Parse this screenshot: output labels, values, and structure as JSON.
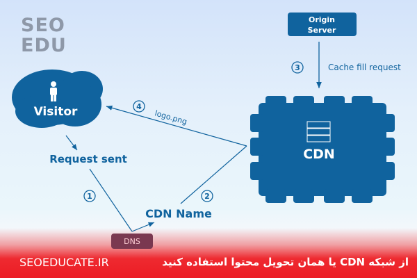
{
  "logo": {
    "line1": "SEO",
    "line2": "EDU"
  },
  "nodes": {
    "visitor": "Visitor",
    "origin_line1": "Origin",
    "origin_line2": "Server",
    "cdn": "CDN",
    "dns": "DNS"
  },
  "labels": {
    "request_sent": "Request sent",
    "cdn_name": "CDN Name",
    "cache_fill": "Cache fill request",
    "logo_png": "logo.png"
  },
  "steps": [
    "1",
    "2",
    "3",
    "4"
  ],
  "footer": {
    "site": "SEOEDUCATE.IR",
    "persian": "از شبکه CDN یا همان تحویل محتوا استفاده کنید"
  },
  "colors": {
    "primary": "#10639e",
    "footer": "#ec1c24"
  }
}
